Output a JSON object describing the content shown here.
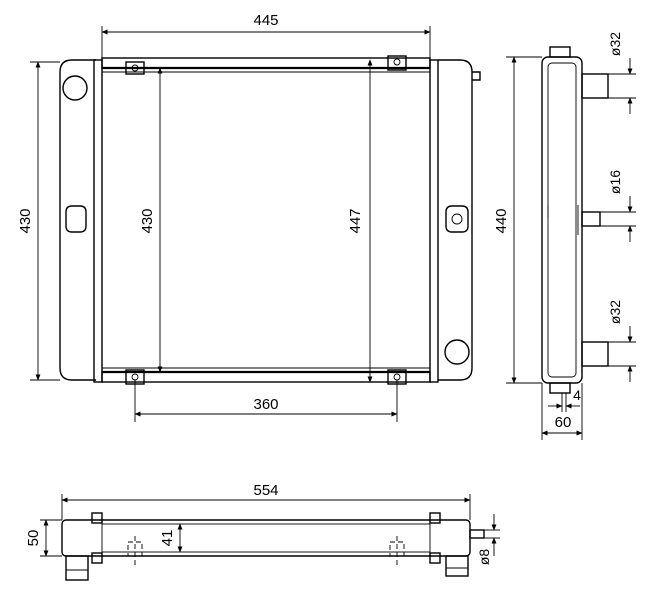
{
  "dimensions": {
    "front_width": "445",
    "front_height_left": "430",
    "core_height": "430",
    "core_height_tall": "447",
    "mount_spacing": "360",
    "side_height": "440",
    "side_depth": "60",
    "side_gap": "4",
    "bottom_width": "554",
    "bottom_height": "50",
    "bottom_inner": "41",
    "pipe_top": "ø32",
    "pipe_mid": "ø16",
    "pipe_bottom": "ø32",
    "pipe_small": "ø8"
  }
}
